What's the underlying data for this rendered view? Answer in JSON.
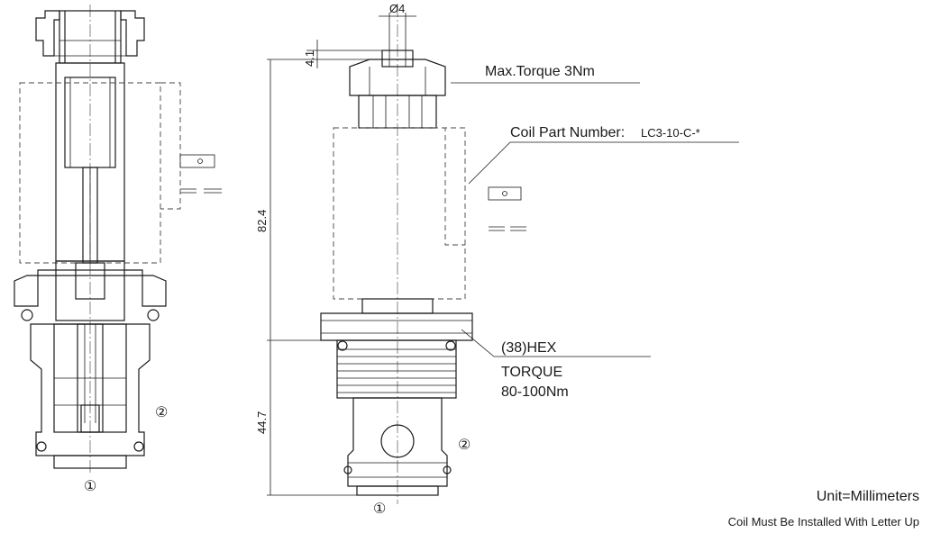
{
  "dimensions": {
    "top_diameter": "Ø4",
    "top_height": "4.1",
    "total_length": "82.4",
    "lower_length": "44.7"
  },
  "annotations": {
    "max_torque": "Max.Torque 3Nm",
    "coil_part_prefix": "Coil Part Number:",
    "coil_part_number": "LC3-10-C-*",
    "hex": "(38)HEX",
    "torque_label": "TORQUE",
    "torque_value": "80-100Nm"
  },
  "ports": {
    "port1": "①",
    "port2": "②"
  },
  "notes": {
    "unit": "Unit=Millimeters",
    "coil_note": "Coil Must Be Installed With Letter Up"
  }
}
